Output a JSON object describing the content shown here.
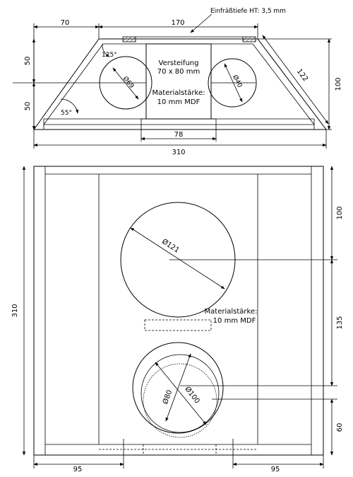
{
  "top_view": {
    "dim_left_width": "70",
    "dim_top_width": "170",
    "note_insertion_depth": "Einfräßtiefe HT: 3,5 mm",
    "angle_top": "125°",
    "angle_bottom": "55°",
    "dim_height_upper": "50",
    "dim_height_lower": "50",
    "diam_left": "Ø69",
    "diam_right": "Ø40",
    "brace_label_line1": "Versteifung",
    "brace_label_line2": "70 x 80 mm",
    "material_line1": "Materialstärke:",
    "material_line2": "10 mm MDF",
    "dim_slant": "122",
    "dim_height_right": "100",
    "dim_brace_width": "78",
    "dim_total_width": "310"
  },
  "front_view": {
    "dim_height_left": "310",
    "diam_large": "Ø121",
    "material_line1": "Materialstärke:",
    "material_line2": "10 mm MDF",
    "diam_inner": "Ø80",
    "diam_outer": "Ø100",
    "dim_right_top": "100",
    "dim_right_mid": "135",
    "dim_right_bottom": "60",
    "dim_bottom_left": "95",
    "dim_bottom_right": "95"
  }
}
